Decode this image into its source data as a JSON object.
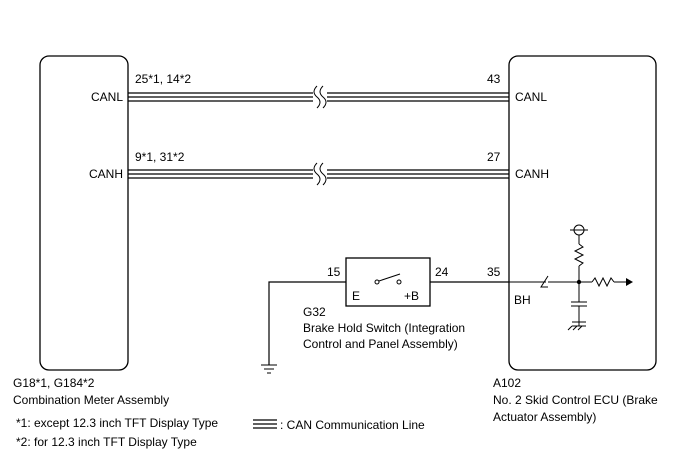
{
  "left_component": {
    "pin_canl": "25*1, 14*2",
    "pin_canh": "9*1, 31*2",
    "label_canl": "CANL",
    "label_canh": "CANH",
    "code": "G18*1, G184*2",
    "name": "Combination Meter Assembly"
  },
  "right_component": {
    "pin_canl": "43",
    "pin_canh": "27",
    "pin_bh": "35",
    "label_canl": "CANL",
    "label_canh": "CANH",
    "label_bh": "BH",
    "code": "A102",
    "name_line1": "No. 2 Skid Control ECU (Brake",
    "name_line2": "Actuator Assembly)"
  },
  "switch": {
    "pin_e": "15",
    "pin_b": "24",
    "label_e": "E",
    "label_b": "+B",
    "code": "G32",
    "name_line1": "Brake Hold Switch (Integration",
    "name_line2": "Control and Panel Assembly)"
  },
  "notes": [
    "*1: except 12.3 inch TFT Display Type",
    "*2: for 12.3 inch TFT Display Type"
  ],
  "legend": {
    "can_line": ": CAN Communication Line"
  }
}
